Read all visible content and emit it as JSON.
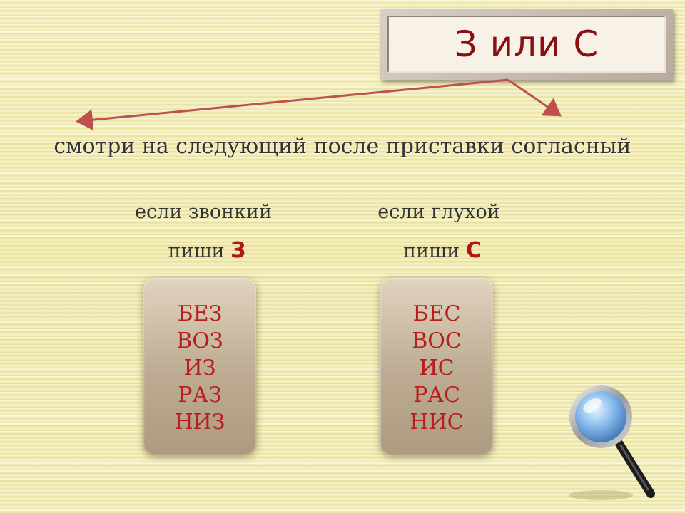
{
  "title": "З или С",
  "instruction": "смотри на следующий после приставки согласный",
  "left": {
    "condition": "если звонкий",
    "write_prefix": "пиши",
    "write_letter": "З",
    "items": [
      "БЕЗ",
      "ВОЗ",
      "ИЗ",
      "РАЗ",
      "НИЗ"
    ]
  },
  "right": {
    "condition": "если глухой",
    "write_prefix": "пиши",
    "write_letter": "С",
    "items": [
      "БЕС",
      "ВОС",
      "ИС",
      "РАС",
      "НИС"
    ]
  },
  "colors": {
    "title": "#8a0f0f",
    "accent_letter": "#b01818",
    "items": "#b81c1c",
    "arrow": "#c0504d"
  },
  "icons": [
    "magnifying-glass-icon"
  ]
}
